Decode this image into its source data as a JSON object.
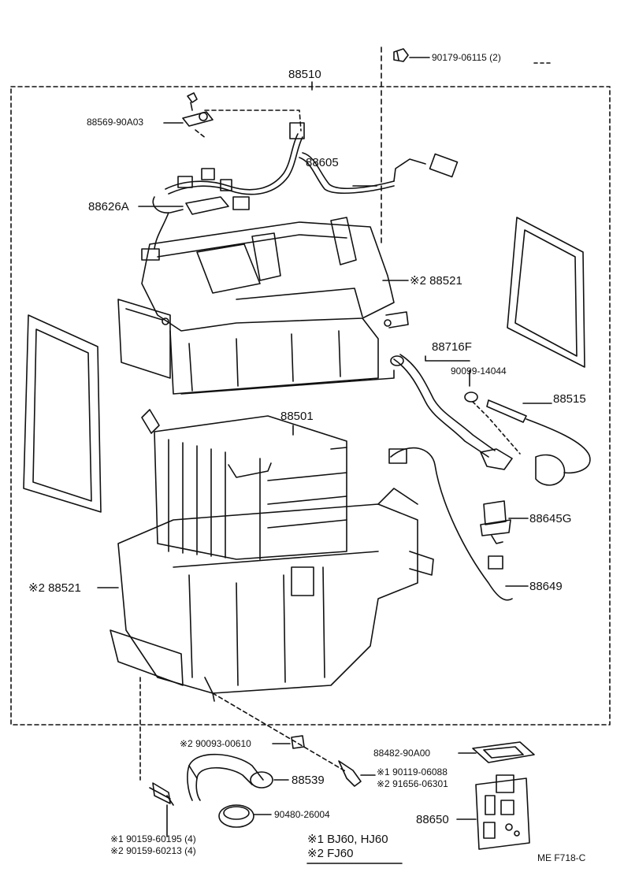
{
  "diagram": {
    "assembly_no": "88510",
    "labels": {
      "p90179": "90179-06115 (2)",
      "p88569": "88569-90A03",
      "p88605": "88605",
      "p88626A": "88626A",
      "p88521_top": "※2 88521",
      "p88716F": "88716F",
      "p90099": "90099-14044",
      "p88515": "88515",
      "p88501": "88501",
      "p88645G": "88645G",
      "p88649": "88649",
      "p88521_left": "※2 88521",
      "p90093": "※2 90093-00610",
      "p88482": "88482-90A00",
      "p90119": "※1 90119-06088",
      "p91656": "※2 91656-06301",
      "p88539": "88539",
      "p90480": "90480-26004",
      "p88650": "88650",
      "p90159_1": "※1 90159-60195 (4)",
      "p90159_2": "※2 90159-60213 (4)"
    },
    "legend": {
      "line1": "※1 BJ60, HJ60",
      "line2": "※2 FJ60"
    },
    "code": "ME  F718-C"
  }
}
